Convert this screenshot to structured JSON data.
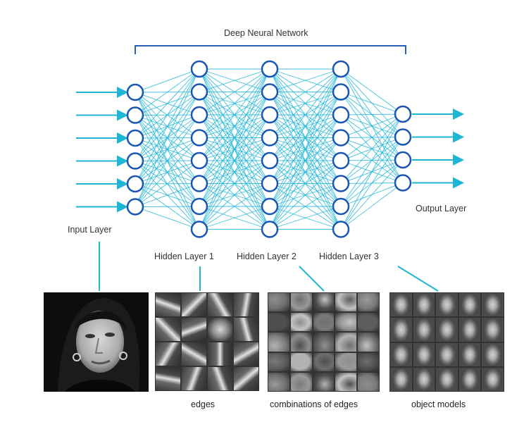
{
  "colors": {
    "node_stroke": "#1a56b3",
    "edge": "#1fb6d6",
    "bracket": "#2a5fb8",
    "connector": "#1fb6d6"
  },
  "title": "Deep Neural Network",
  "layers": {
    "input": "Input Layer",
    "hidden1": "Hidden Layer 1",
    "hidden2": "Hidden Layer 2",
    "hidden3": "Hidden Layer 3",
    "output": "Output Layer"
  },
  "node_counts": [
    6,
    8,
    8,
    8,
    4
  ],
  "captions": {
    "edges": "edges",
    "combinations": "combinations of edges",
    "objects": "object models"
  }
}
